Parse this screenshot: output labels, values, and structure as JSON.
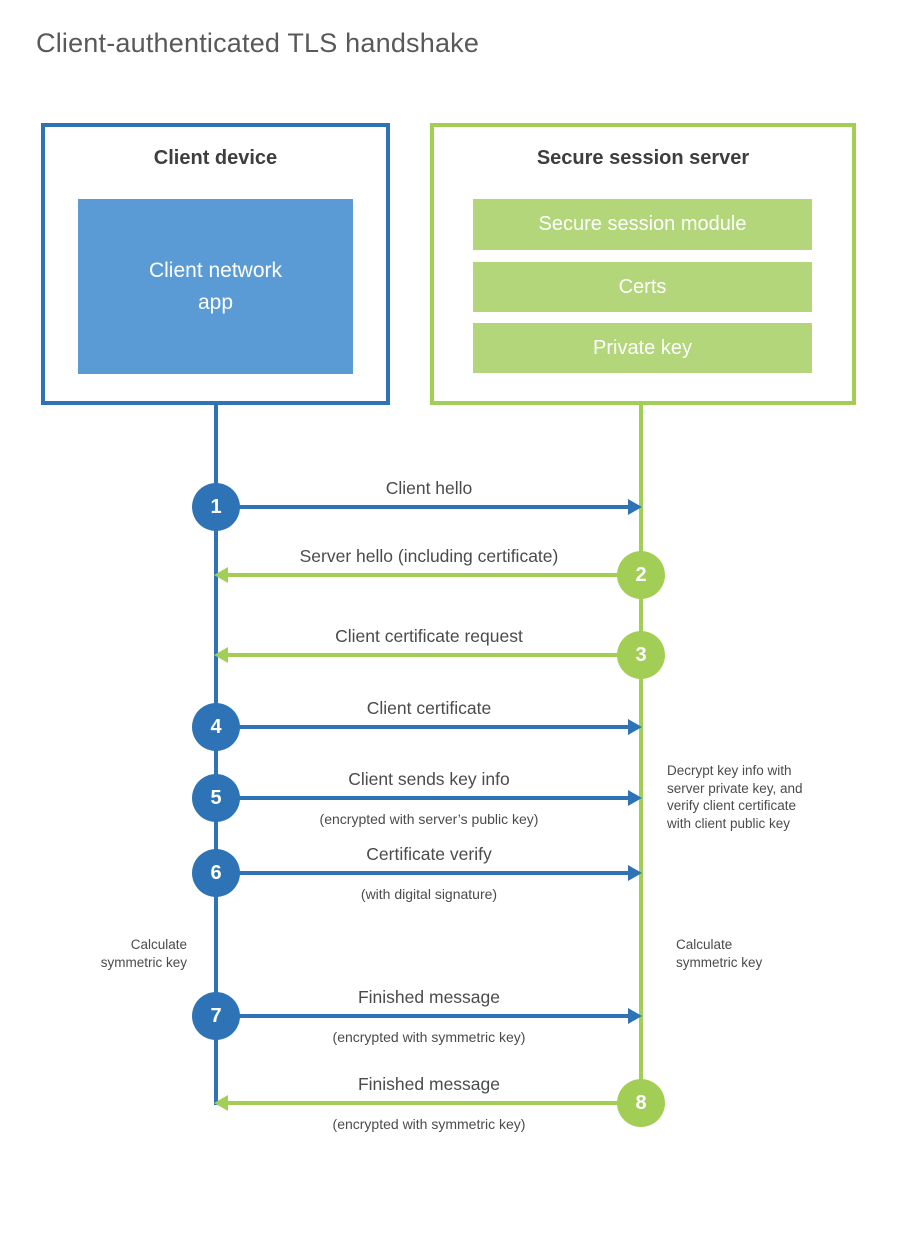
{
  "page": {
    "title": "Client-authenticated TLS handshake"
  },
  "client": {
    "title": "Client device",
    "app_label": "Client network\napp"
  },
  "server": {
    "title": "Secure session server",
    "modules": [
      "Secure session module",
      "Certs",
      "Private key"
    ]
  },
  "messages": [
    {
      "num": "1",
      "label": "Client hello",
      "direction": "client-to-server"
    },
    {
      "num": "2",
      "label": "Server hello (including certificate)",
      "direction": "server-to-client"
    },
    {
      "num": "3",
      "label": "Client certificate request",
      "direction": "server-to-client"
    },
    {
      "num": "4",
      "label": "Client certificate",
      "direction": "client-to-server"
    },
    {
      "num": "5",
      "label": "Client sends key info",
      "sub": "(encrypted with server’s public key)",
      "direction": "client-to-server"
    },
    {
      "num": "6",
      "label": "Certificate verify",
      "sub": "(with digital signature)",
      "direction": "client-to-server"
    },
    {
      "num": "7",
      "label": "Finished message",
      "sub": "(encrypted with symmetric key)",
      "direction": "client-to-server"
    },
    {
      "num": "8",
      "label": "Finished message",
      "sub": "(encrypted with symmetric key)",
      "direction": "server-to-client"
    }
  ],
  "notes": {
    "decrypt": {
      "line1": "Decrypt key info with",
      "line2": "server private key, and",
      "line3": "verify client certificate",
      "line4": "with client public key"
    },
    "calc_left": {
      "line1": "Calculate",
      "line2": "symmetric key"
    },
    "calc_right": {
      "line1": "Calculate",
      "line2": "symmetric key"
    }
  },
  "colors": {
    "blue_accent": "#2d73b5",
    "blue_fill": "#5b9bd5",
    "green_accent": "#a3ce56",
    "green_fill": "#b2d679"
  }
}
